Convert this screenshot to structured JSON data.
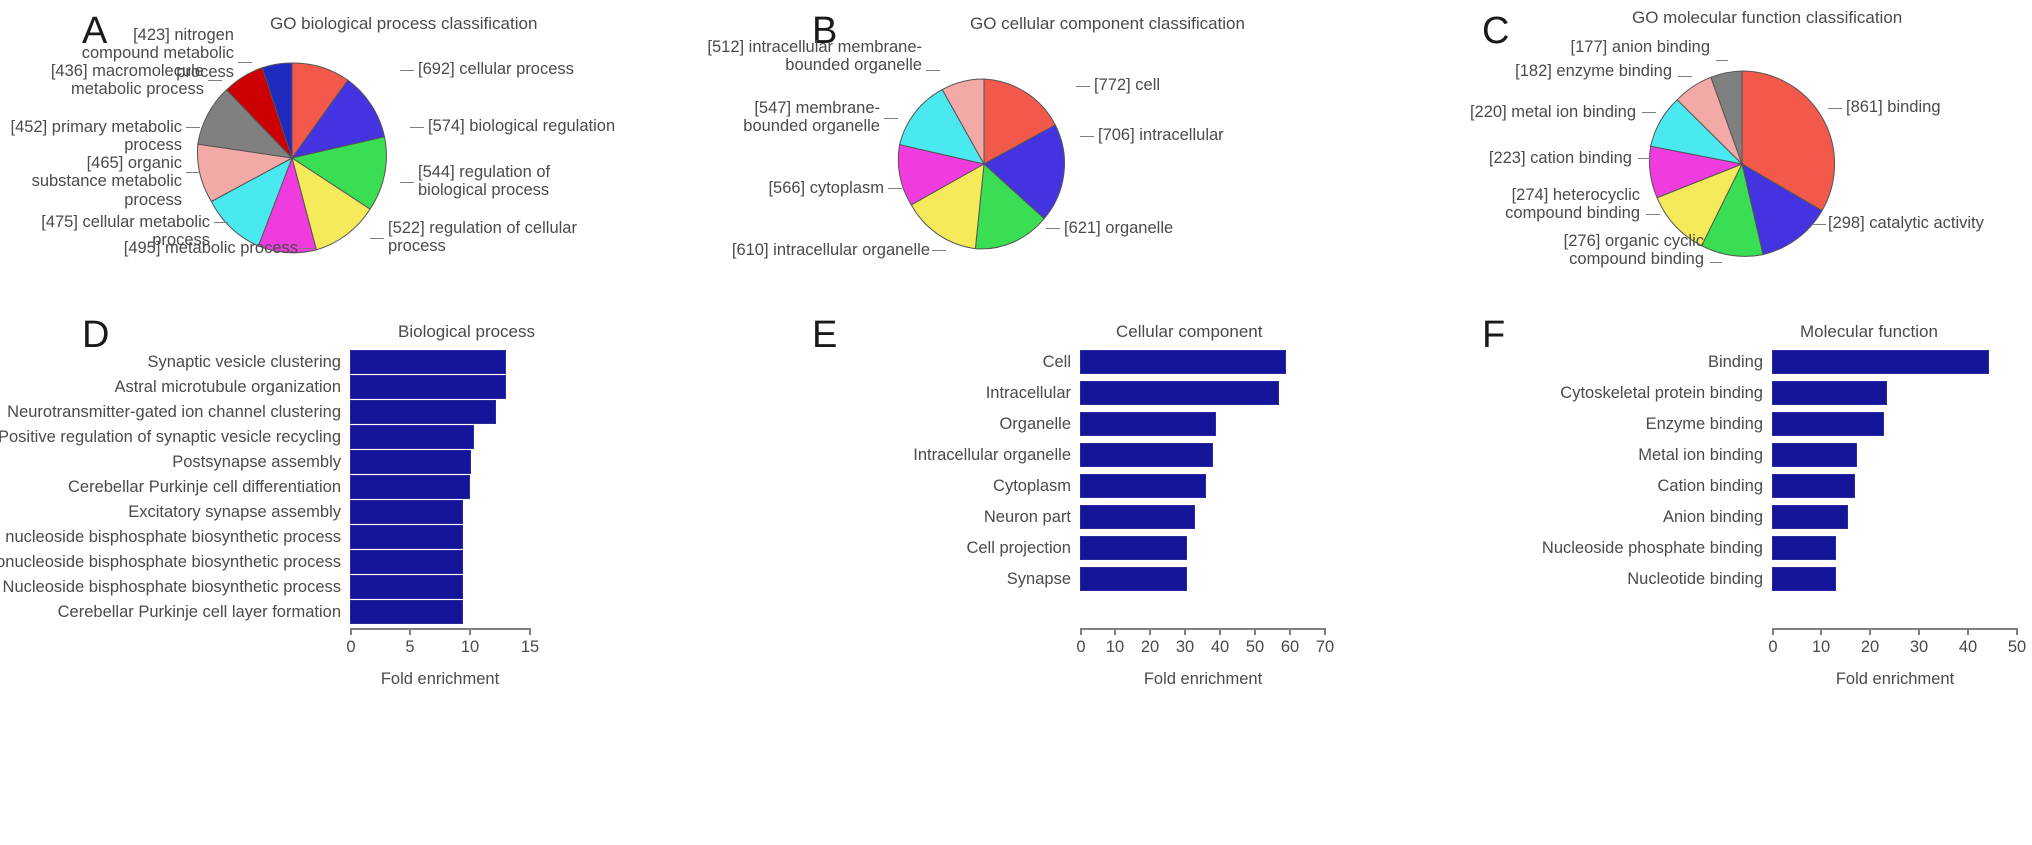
{
  "figure": {
    "background": "#ffffff",
    "bar_color": "#141499",
    "text_color": "#4a4a4a"
  },
  "panels": {
    "A": {
      "letter": "A",
      "title": "GO biological process classification"
    },
    "B": {
      "letter": "B",
      "title": "GO cellular component classification"
    },
    "C": {
      "letter": "C",
      "title": "GO molecular function classification"
    },
    "D": {
      "letter": "D",
      "title": "Biological process"
    },
    "E": {
      "letter": "E",
      "title": "Cellular component"
    },
    "F": {
      "letter": "F",
      "title": "Molecular function"
    }
  },
  "chart_data": [
    {
      "id": "A",
      "type": "pie",
      "title": "GO biological process classification",
      "labels": [
        "[692] cellular process",
        "[574] biological regulation",
        "[544] regulation of biological process",
        "[522] regulation of cellular process",
        "[495] metabolic process",
        "[475] cellular metabolic process",
        "[465] organic substance metabolic process",
        "[452] primary metabolic process",
        "[436] macromolecule metabolic process",
        "[423] nitrogen compound metabolic process"
      ],
      "values": [
        692,
        574,
        544,
        522,
        495,
        475,
        465,
        452,
        436,
        423
      ],
      "colors": [
        "#f2594b",
        "#4333e0",
        "#3ade52",
        "#f5ea5a",
        "#f03cdf",
        "#4ae8ef",
        "#f3a9a6",
        "#808080",
        "#cc0000",
        "#1f2bbf"
      ]
    },
    {
      "id": "B",
      "type": "pie",
      "title": "GO cellular component classification",
      "labels": [
        "[772] cell",
        "[706] intracellular",
        "[621] organelle",
        "[610] intracellular organelle",
        "[566] cytoplasm",
        "[547] membrane-bounded organelle",
        "[512] intracellular membrane-bounded organelle"
      ],
      "values": [
        772,
        706,
        621,
        610,
        566,
        547,
        512
      ],
      "colors": [
        "#f2594b",
        "#4333e0",
        "#3ade52",
        "#f5ea5a",
        "#f03cdf",
        "#4ae8ef",
        "#f3a9a6"
      ]
    },
    {
      "id": "C",
      "type": "pie",
      "title": "GO molecular function classification",
      "labels": [
        "[861] binding",
        "[298] catalytic activity",
        "[276] organic cyclic compound binding",
        "[274] heterocyclic compound binding",
        "[223] cation binding",
        "[220] metal ion binding",
        "[182] enzyme binding",
        "[177] anion binding"
      ],
      "values": [
        861,
        298,
        276,
        274,
        223,
        220,
        182,
        177
      ],
      "colors": [
        "#f2594b",
        "#4333e0",
        "#3ade52",
        "#f5ea5a",
        "#f03cdf",
        "#4ae8ef",
        "#f3a9a6",
        "#808080"
      ]
    },
    {
      "id": "D",
      "type": "bar",
      "orientation": "horizontal",
      "title": "Biological process",
      "xlabel": "Fold enrichment",
      "ylabel": "",
      "xlim": [
        0,
        15
      ],
      "xticks": [
        0,
        5,
        10,
        15
      ],
      "categories": [
        "Synaptic vesicle clustering",
        "Astral microtubule organization",
        "Neurotransmitter-gated ion channel clustering",
        "Positive regulation of synaptic vesicle recycling",
        "Postsynapse assembly",
        "Cerebellar Purkinje cell differentiation",
        "Excitatory synapse assembly",
        "Purine nucleoside bisphosphate biosynthetic process",
        "Ribonucleoside bisphosphate biosynthetic process",
        "Nucleoside bisphosphate biosynthetic process",
        "Cerebellar Purkinje cell layer formation"
      ],
      "values": [
        13.0,
        13.0,
        12.2,
        10.3,
        10.1,
        10.0,
        9.4,
        9.4,
        9.4,
        9.4,
        9.4
      ]
    },
    {
      "id": "E",
      "type": "bar",
      "orientation": "horizontal",
      "title": "Cellular component",
      "xlabel": "Fold enrichment",
      "ylabel": "",
      "xlim": [
        0,
        70
      ],
      "xticks": [
        0,
        10,
        20,
        30,
        40,
        50,
        60,
        70
      ],
      "categories": [
        "Cell",
        "Intracellular",
        "Organelle",
        "Intracellular organelle",
        "Cytoplasm",
        "Neuron part",
        "Cell projection",
        "Synapse"
      ],
      "values": [
        59.0,
        57.0,
        39.0,
        38.0,
        36.0,
        33.0,
        30.5,
        30.5
      ]
    },
    {
      "id": "F",
      "type": "bar",
      "orientation": "horizontal",
      "title": "Molecular function",
      "xlabel": "Fold enrichment",
      "ylabel": "",
      "xlim": [
        0,
        50
      ],
      "xticks": [
        0,
        10,
        20,
        30,
        40,
        50
      ],
      "categories": [
        "Binding",
        "Cytoskeletal protein binding",
        "Enzyme binding",
        "Metal ion binding",
        "Cation binding",
        "Anion binding",
        "Nucleoside phosphate binding",
        "Nucleotide binding"
      ],
      "values": [
        44.5,
        23.5,
        23.0,
        17.5,
        17.0,
        15.5,
        13.0,
        13.0
      ]
    }
  ],
  "axis": {
    "fold_enrichment": "Fold enrichment"
  }
}
